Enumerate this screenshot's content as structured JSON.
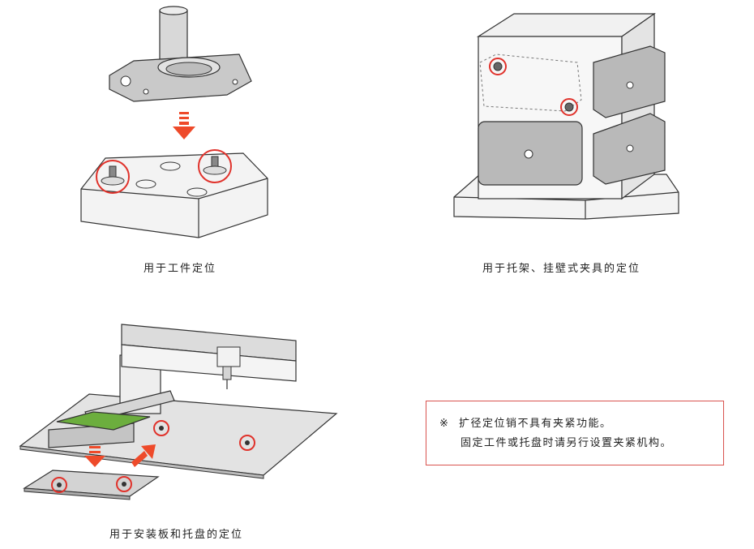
{
  "captions": {
    "workpiece": "用于工件定位",
    "shelf": "用于托架、挂壁式夹具的定位",
    "board": "用于安装板和托盘的定位"
  },
  "note": {
    "mark": "※",
    "line1": "扩径定位销不具有夹紧功能。",
    "line2": "固定工件或托盘时请另行设置夹紧机构。"
  },
  "colors": {
    "accent": "#e0322b",
    "arrow": "#ee4a2a",
    "board": "#6cae3e",
    "metal": "#c9c9c9"
  }
}
